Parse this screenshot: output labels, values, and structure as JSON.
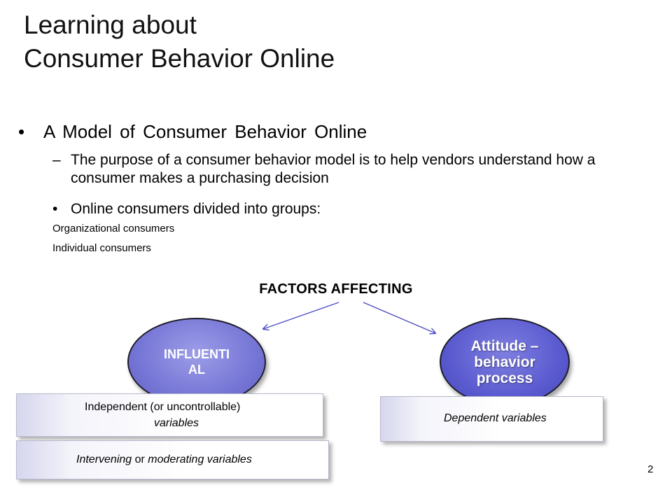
{
  "slide": {
    "title_line1": "Learning about",
    "title_line2": "Consumer Behavior Online",
    "bullet_main": "A Model of Consumer Behavior Online",
    "sub_dash": "–",
    "sub_purpose": "The purpose of a consumer behavior model is to help vendors understand how a consumer makes a purchasing decision",
    "sub_groups": "Online consumers divided  into groups:",
    "group_1": "Organizational  consumers",
    "group_2": "Individual consumers",
    "factors_heading": "FACTORS AFFECTING",
    "page_number": "2"
  },
  "diagram": {
    "ellipse_left": "INFLUENTI AL",
    "ellipse_right": "Attitude – behavior process",
    "box_independent_line1": "Independent (or uncontrollable)",
    "box_independent_line2": "variables",
    "box_intervening_a": "Intervening",
    "box_intervening_b": " or ",
    "box_intervening_c": "moderating variables",
    "box_dependent": "Dependent variables"
  },
  "colors": {
    "ellipse_left_fill": "#7676d6",
    "ellipse_right_fill": "#5b5bd0",
    "arrow": "#4a4ac0"
  },
  "icons": {
    "bullet": "•"
  }
}
